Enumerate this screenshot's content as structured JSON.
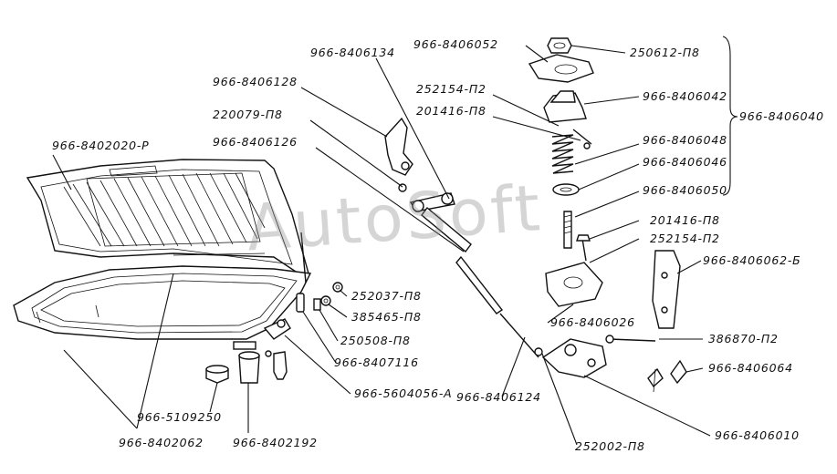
{
  "watermark": "AutoSoft",
  "labels": {
    "l_966_8402020_p": "966-8402020-Р",
    "l_966_8406134": "966-8406134",
    "l_966_8406128": "966-8406128",
    "l_220079_p8": "220079-П8",
    "l_966_8406126": "966-8406126",
    "l_966_8406052": "966-8406052",
    "l_250612_p8": "250612-П8",
    "l_252154_p2_top": "252154-П2",
    "l_201416_p8_top": "201416-П8",
    "l_966_8406042": "966-8406042",
    "l_966_8406040": "966-8406040",
    "l_966_8406048": "966-8406048",
    "l_966_8406046": "966-8406046",
    "l_966_8406050": "966-8406050",
    "l_201416_p8_mid": "201416-П8",
    "l_252154_p2_mid": "252154-П2",
    "l_966_8406062_b": "966-8406062-Б",
    "l_252037_p8": "252037-П8",
    "l_385465_p8": "385465-П8",
    "l_250508_p8": "250508-П8",
    "l_966_8407116": "966-8407116",
    "l_966_8406026": "966-8406026",
    "l_386870_p2": "386870-П2",
    "l_966_8406064": "966-8406064",
    "l_966_5604056_a": "966-5604056-А",
    "l_966_8406124": "966-8406124",
    "l_966_8406010": "966-8406010",
    "l_966_5109250": "966-5109250",
    "l_966_8402062": "966-8402062",
    "l_966_8402192": "966-8402192",
    "l_252002_p8": "252002-П8"
  }
}
